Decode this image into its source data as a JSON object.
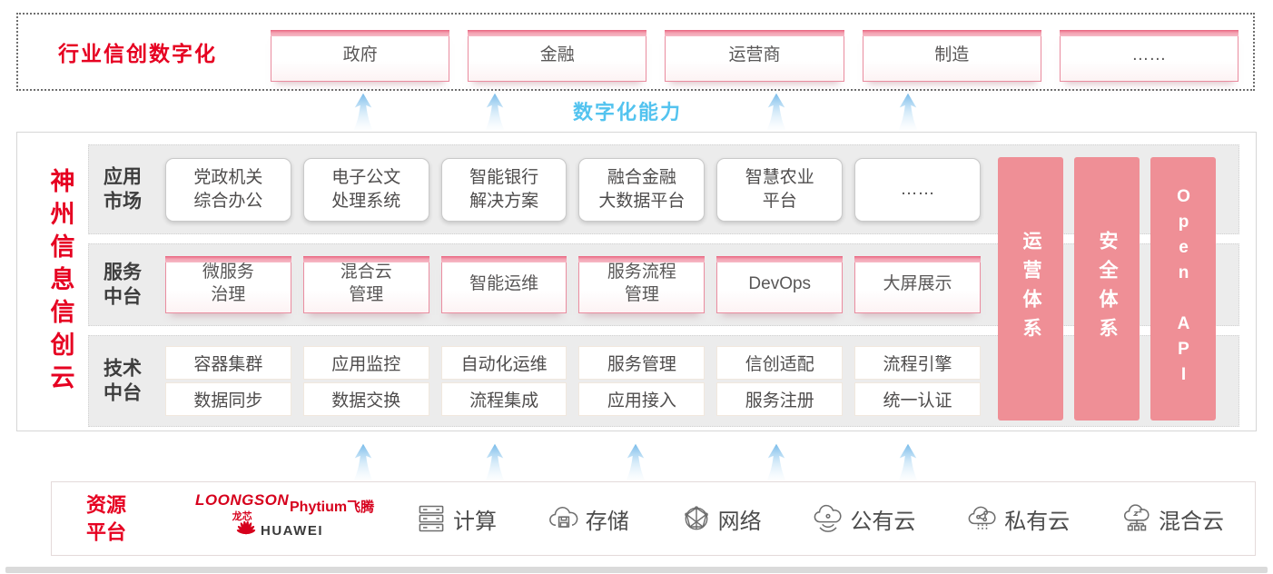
{
  "top": {
    "label": "行业信创数字化",
    "industries": [
      "政府",
      "金融",
      "运营商",
      "制造",
      "……"
    ]
  },
  "capability_label": "数字化能力",
  "platform": {
    "title": "神州信息信创云",
    "rows": {
      "app": {
        "label": "应用\n市场",
        "items": [
          "党政机关\n综合办公",
          "电子公文\n处理系统",
          "智能银行\n解决方案",
          "融合金融\n大数据平台",
          "智慧农业\n平台",
          "……"
        ]
      },
      "service": {
        "label": "服务\n中台",
        "items": [
          "微服务\n治理",
          "混合云\n管理",
          "智能运维",
          "服务流程\n管理",
          "DevOps",
          "大屏展示"
        ]
      },
      "tech": {
        "label": "技术\n中台",
        "items_row1": [
          "容器集群",
          "应用监控",
          "自动化运维",
          "服务管理",
          "信创适配",
          "流程引擎"
        ],
        "items_row2": [
          "数据同步",
          "数据交换",
          "流程集成",
          "应用接入",
          "服务注册",
          "统一认证"
        ]
      }
    },
    "pillars": [
      "运营体系",
      "安全体系",
      "Open API"
    ]
  },
  "resources": {
    "label": "资源\n平台",
    "vendors": {
      "loongson": {
        "name": "LOONGSON",
        "sub": "龙芯"
      },
      "phytium": {
        "name": "Phytium",
        "sub": "飞腾"
      },
      "huawei": {
        "name": "HUAWEI"
      }
    },
    "items": [
      {
        "icon": "compute-server-icon",
        "label": "计算"
      },
      {
        "icon": "storage-cloud-icon",
        "label": "存储"
      },
      {
        "icon": "network-globe-icon",
        "label": "网络"
      },
      {
        "icon": "public-cloud-icon",
        "label": "公有云"
      },
      {
        "icon": "private-cloud-icon",
        "label": "私有云"
      },
      {
        "icon": "hybrid-cloud-icon",
        "label": "混合云"
      }
    ]
  },
  "colors": {
    "accent_red": "#e60021",
    "pillar_pink": "#ef8f96",
    "box_border_pink": "#ea8da0",
    "capability_blue": "#53c3ef"
  }
}
